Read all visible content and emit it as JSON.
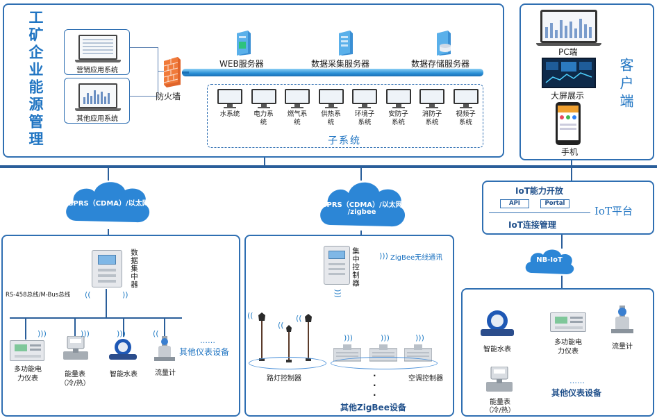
{
  "mgmt": {
    "title": "工矿企业能源管理",
    "apps": [
      "营销应用系统",
      "其他应用系统"
    ],
    "firewall": "防火墙",
    "servers": [
      "WEB服务器",
      "数据采集服务器",
      "数据存储服务器"
    ],
    "subsystems": [
      [
        "水系统",
        ""
      ],
      [
        "电力系",
        "统"
      ],
      [
        "燃气系",
        "统"
      ],
      [
        "供热系",
        "统"
      ],
      [
        "环境子",
        "系统"
      ],
      [
        "安防子",
        "系统"
      ],
      [
        "消防子",
        "系统"
      ],
      [
        "视频子",
        "系统"
      ]
    ],
    "subsystem_title": "子系统"
  },
  "client": {
    "title": "客户端",
    "items": [
      "PC端",
      "大屏展示",
      "手机"
    ]
  },
  "clouds": {
    "left": "GPRS（CDMA）/以太网",
    "mid_line1": "GPRS（CDMA）/以太网",
    "mid_line2": "/zigbee",
    "right": "NB-IoT"
  },
  "iot": {
    "open": "IoT能力开放",
    "api": "API",
    "portal": "Portal",
    "platform": "IoT平台",
    "conn": "IoT连接管理"
  },
  "left_panel": {
    "concentrator": "数据集中器",
    "bus": "RS-458总线/M-Bus总线",
    "devices": [
      [
        "多功能电",
        "力仪表"
      ],
      [
        "能量表",
        "（冷/热）"
      ],
      [
        "智能水表",
        ""
      ],
      [
        "流量计",
        ""
      ]
    ],
    "dots": "……",
    "other": "其他仪表设备"
  },
  "mid_panel": {
    "controller": "集中控制器",
    "zigbee": "ZigBee无线通讯",
    "street": "路灯控制器",
    "ac": "空调控制器",
    "dots": "·",
    "other": "其他ZigBee设备"
  },
  "right_panel": {
    "devices": [
      "智能水表",
      "多功能电",
      "力仪表",
      "流量计",
      "能量表",
      "（冷/热）"
    ],
    "dots": "……",
    "other": "其他仪表设备"
  },
  "colors": {
    "accent": "#1f74c2",
    "bus": "#2a5e9a",
    "cloud": "#2c86d6"
  }
}
